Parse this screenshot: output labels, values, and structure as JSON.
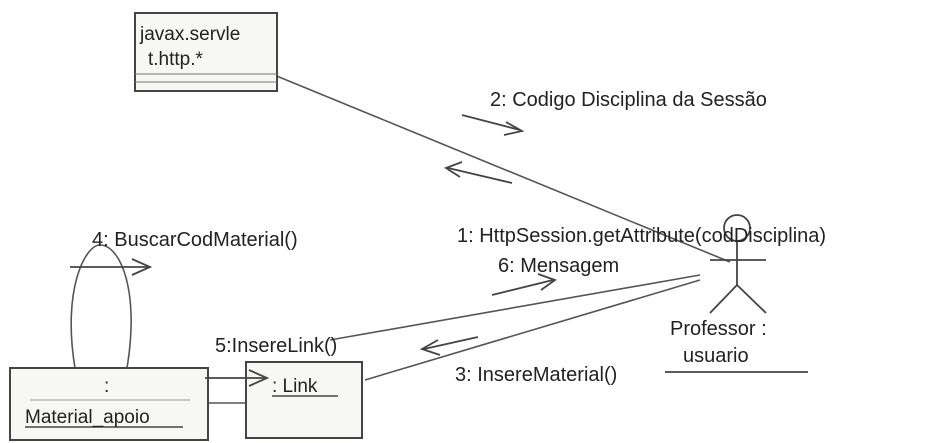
{
  "objects": {
    "servlet": {
      "line1": "javax.servle",
      "line2": "t.http.*"
    },
    "material": {
      "colon": ":",
      "name": "Material_apoio"
    },
    "link": {
      "name": ": Link"
    }
  },
  "actor": {
    "line1": "Professor :",
    "line2": "usuario"
  },
  "messages": [
    {
      "label": "1: HttpSession.getAttribute(codDisciplina)"
    },
    {
      "label": "2: Codigo Disciplina da Sessão"
    },
    {
      "label": "3: InsereMaterial()"
    },
    {
      "label": "4: BuscarCodMaterial()"
    },
    {
      "label": "5:InsereLink()"
    },
    {
      "label": "6: Mensagem"
    }
  ]
}
